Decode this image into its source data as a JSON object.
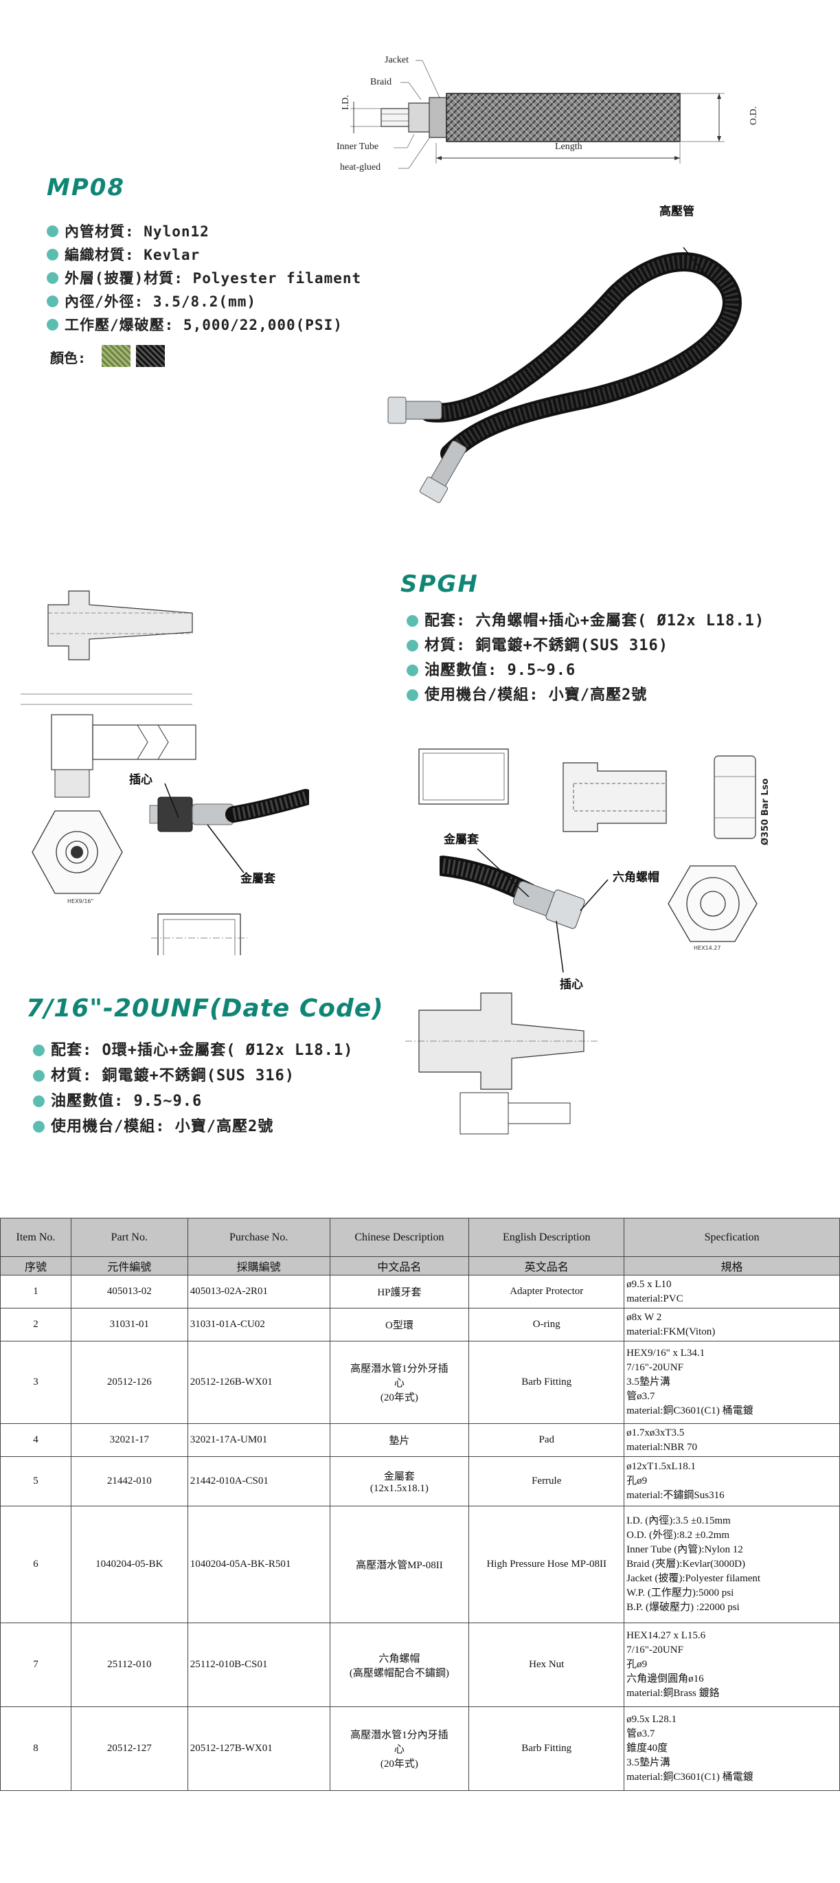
{
  "diagram": {
    "jacket": "Jacket",
    "braid": "Braid",
    "id": "I.D.",
    "inner_tube": "Inner Tube",
    "heat_glued": "heat-glued",
    "length": "Length",
    "od": "O.D."
  },
  "mp08": {
    "title": "MP08",
    "specs": [
      "內管材質: Nylon12",
      "編織材質: Kevlar",
      "外層(披覆)材質: Polyester filament",
      "內徑/外徑: 3.5/8.2(mm)",
      "工作壓/爆破壓: 5,000/22,000(PSI)"
    ],
    "color_label": "顏色:",
    "swatch_colors": [
      "#8da05f",
      "#1c1c1c"
    ],
    "photo_label": "高壓管"
  },
  "spgh": {
    "title": "SPGH",
    "specs": [
      "配套: 六角螺帽+插心+金屬套( Ø12x L18.1)",
      "材質: 銅電鍍+不銹鋼(SUS 316)",
      "油壓數值: 9.5~9.6",
      "使用機台/模組: 小寶/高壓2號"
    ],
    "callouts": {
      "ferrule": "金屬套",
      "hex_nut": "六角螺帽",
      "insert": "插心"
    },
    "nut_marking": "Ø350 Bar Lso",
    "hex_label": "HEX14.27"
  },
  "unf": {
    "title": "7/16\"-20UNF(Date Code)",
    "specs": [
      "配套: O環+插心+金屬套( Ø12x L18.1)",
      "材質: 銅電鍍+不銹鋼(SUS 316)",
      "油壓數值: 9.5~9.6",
      "使用機台/模組: 小寶/高壓2號"
    ],
    "callouts": {
      "insert": "插心",
      "ferrule": "金屬套"
    },
    "hex_label": "HEX9/16\""
  },
  "accent_color": "#0f8575",
  "bullet_color": "#5bbdb0",
  "table": {
    "headers": [
      "Item No.",
      "Part No.",
      "Purchase No.",
      "Chinese Description",
      "English Description",
      "Specfication"
    ],
    "subheaders": [
      "序號",
      "元件編號",
      "採購編號",
      "中文品名",
      "英文品名",
      "規格"
    ],
    "rows": [
      {
        "item": "1",
        "part": "405013-02",
        "purchase": "405013-02A-2R01",
        "zh": [
          "HP護牙套"
        ],
        "en": "Adapter Protector",
        "spec": [
          "ø9.5 x L10",
          "material:PVC"
        ]
      },
      {
        "item": "2",
        "part": "31031-01",
        "purchase": "31031-01A-CU02",
        "zh": [
          "O型環"
        ],
        "en": "O-ring",
        "spec": [
          "ø8x W 2",
          "material:FKM(Viton)"
        ]
      },
      {
        "item": "3",
        "part": "20512-126",
        "purchase": "20512-126B-WX01",
        "zh": [
          "高壓潛水管1分外牙插",
          "心",
          "(20年式)"
        ],
        "en": "Barb Fitting",
        "spec": [
          "HEX9/16\" x L34.1",
          "7/16\"-20UNF",
          "3.5墊片溝",
          "管ø3.7",
          "material:銅C3601(C1) 桶電鍍"
        ]
      },
      {
        "item": "4",
        "part": "32021-17",
        "purchase": "32021-17A-UM01",
        "zh": [
          "墊片"
        ],
        "en": "Pad",
        "spec": [
          "ø1.7xø3xT3.5",
          "material:NBR 70"
        ]
      },
      {
        "item": "5",
        "part": "21442-010",
        "purchase": "21442-010A-CS01",
        "zh": [
          "金屬套",
          "(12x1.5x18.1)"
        ],
        "en": "Ferrule",
        "spec": [
          "ø12xT1.5xL18.1",
          "孔ø9",
          "material:不鏽鋼Sus316"
        ]
      },
      {
        "item": "6",
        "part": "1040204-05-BK",
        "purchase": "1040204-05A-BK-R501",
        "zh": [
          "高壓潛水管MP-08II"
        ],
        "en": "High Pressure Hose MP-08II",
        "spec": [
          "I.D. (內徑):3.5 ±0.15mm",
          "O.D. (外徑):8.2 ±0.2mm",
          "Inner Tube (內管):Nylon 12",
          "Braid (夾層):Kevlar(3000D)",
          "Jacket (披覆):Polyester filament",
          "W.P. (工作壓力):5000 psi",
          "B.P. (爆破壓力) :22000 psi"
        ]
      },
      {
        "item": "7",
        "part": "25112-010",
        "purchase": "25112-010B-CS01",
        "zh": [
          "六角螺帽",
          "(高壓螺帽配合不鏽鋼)"
        ],
        "en": "Hex Nut",
        "spec": [
          "HEX14.27 x L15.6",
          "7/16\"-20UNF",
          "孔ø9",
          "六角邊倒圓角ø16",
          "material:銅Brass 鍍鉻"
        ]
      },
      {
        "item": "8",
        "part": "20512-127",
        "purchase": "20512-127B-WX01",
        "zh": [
          "高壓潛水管1分內牙插",
          "心",
          "(20年式)"
        ],
        "en": "Barb Fitting",
        "spec": [
          "ø9.5x L28.1",
          "管ø3.7",
          "錐度40度",
          "3.5墊片溝",
          "material:銅C3601(C1) 桶電鍍"
        ]
      }
    ]
  }
}
